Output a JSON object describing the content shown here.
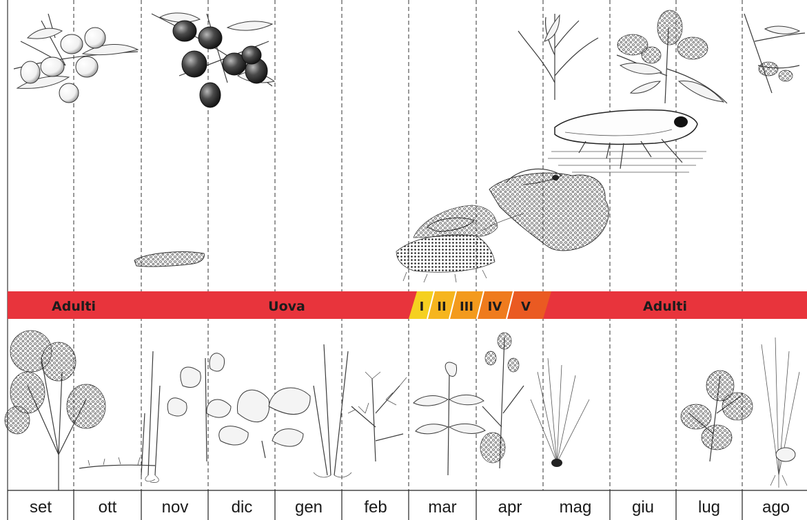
{
  "months": [
    "set",
    "ott",
    "nov",
    "dic",
    "gen",
    "feb",
    "mar",
    "apr",
    "mag",
    "giu",
    "lug",
    "ago"
  ],
  "band": {
    "adults_left": "Adulti",
    "eggs": "Uova",
    "adults_right": "Adulti",
    "stages": [
      "I",
      "II",
      "III",
      "IV",
      "V"
    ],
    "colors": {
      "band_red": "#e8343c",
      "stage_I": "#f5d020",
      "stage_II": "#f6b51f",
      "stage_III": "#f39a1d",
      "stage_IV": "#ef7b1d",
      "stage_V": "#ea5a22"
    }
  },
  "icons": {
    "top_left": "olive-branch-green-fruit-icon",
    "top_second": "olive-branch-ripe-fruit-icon",
    "egg_batch": "egg-batch-icon",
    "nymph": "nymph-on-foam-icon",
    "spittle": "spittle-foam-icon",
    "adult": "spittlebug-adult-icon",
    "upper_plants": [
      "grass-sprig-icon",
      "flowering-shrub-icon",
      "branch-sprig-icon"
    ],
    "weeds": [
      "wild-carrot-icon",
      "creeping-grass-icon",
      "tall-grass-icon",
      "broadleaf-weed-icon",
      "rosette-weed-icon",
      "slender-grass-icon",
      "bedstraw-icon",
      "leafy-stem-icon",
      "flowering-weed-icon",
      "grass-tuft-icon",
      "vetch-icon",
      "bulb-grass-icon"
    ]
  }
}
